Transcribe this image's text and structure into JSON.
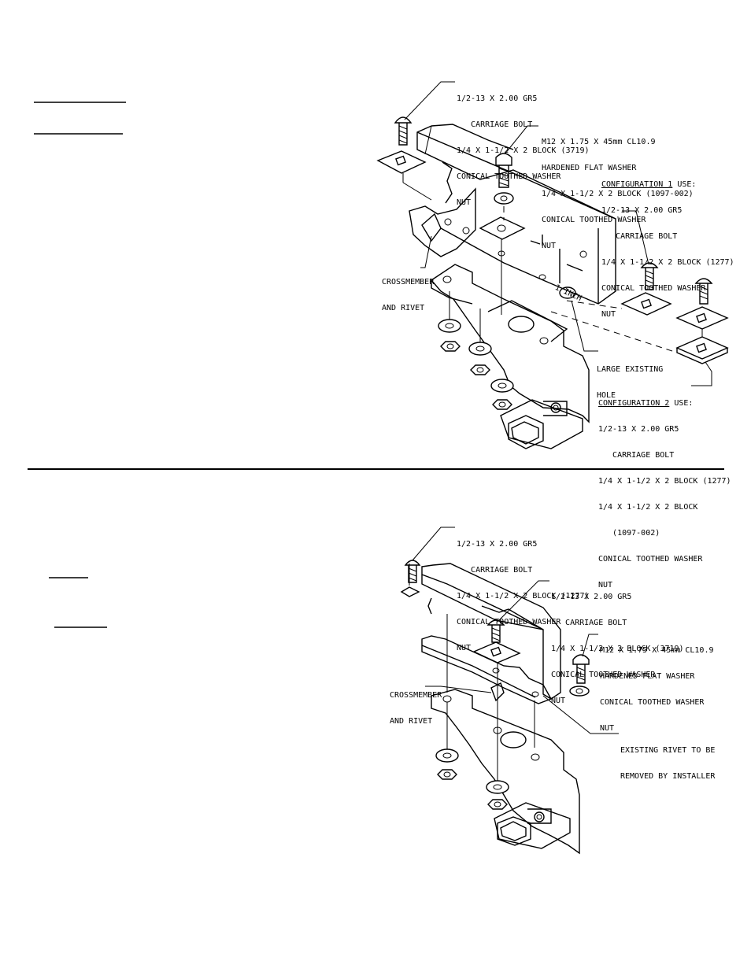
{
  "top_diagram": {
    "callout_carriage_bolt_3719": [
      "1/2-13 X 2.00 GR5",
      "   CARRIAGE BOLT",
      "1/4 X 1-1/2 X 2 BLOCK (3719)",
      "CONICAL TOOTHED WASHER",
      "NUT"
    ],
    "callout_m12": [
      "M12 X 1.75 X 45mm CL10.9",
      "HARDENED FLAT WASHER",
      "1/4 X 1-1/2 X 2 BLOCK (1097-002)",
      "CONICAL TOOTHED WASHER",
      "NUT"
    ],
    "config1_title": "CONFIGURATION 1",
    "config1_use": " USE:",
    "config1_lines": [
      "1/2-13 X 2.00 GR5",
      "   CARRIAGE BOLT",
      "1/4 X 1-1/2 X 2 BLOCK (1277)",
      "CONICAL TOOTHED WASHER",
      "NUT"
    ],
    "crossmember": [
      "CROSSMEMBER",
      "AND RIVET"
    ],
    "one_inch": "1 INCH",
    "large_hole": [
      "LARGE EXISTING",
      "HOLE"
    ],
    "config2_title": "CONFIGURATION 2",
    "config2_use": " USE:",
    "config2_lines": [
      "1/2-13 X 2.00 GR5",
      "   CARRIAGE BOLT",
      "1/4 X 1-1/2 X 2 BLOCK (1277)",
      "1/4 X 1-1/2 X 2 BLOCK",
      "   (1097-002)",
      "CONICAL TOOTHED WASHER",
      "NUT"
    ]
  },
  "bottom_diagram": {
    "callout_carriage_bolt_1277": [
      "1/2-13 X 2.00 GR5",
      "   CARRIAGE BOLT",
      "1/4 X 1-1/2 X 2 BLOCK (1277)",
      "CONICAL TOOTHED WASHER",
      "NUT"
    ],
    "callout_carriage_bolt_3719": [
      "1/2-13 X 2.00 GR5",
      "   CARRIAGE BOLT",
      "1/4 X 1-1/2 X 2 BLOCK (3719)",
      "CONICAL TOOTHED WASHER",
      "NUT"
    ],
    "callout_m12": [
      "M12 X 1.75 X 45mm CL10.9",
      "HARDENED FLAT WASHER",
      "CONICAL TOOTHED WASHER",
      "NUT"
    ],
    "crossmember": [
      "CROSSMEMBER",
      "AND RIVET"
    ],
    "existing_rivet": [
      "EXISTING RIVET TO BE",
      "REMOVED BY INSTALLER"
    ]
  }
}
